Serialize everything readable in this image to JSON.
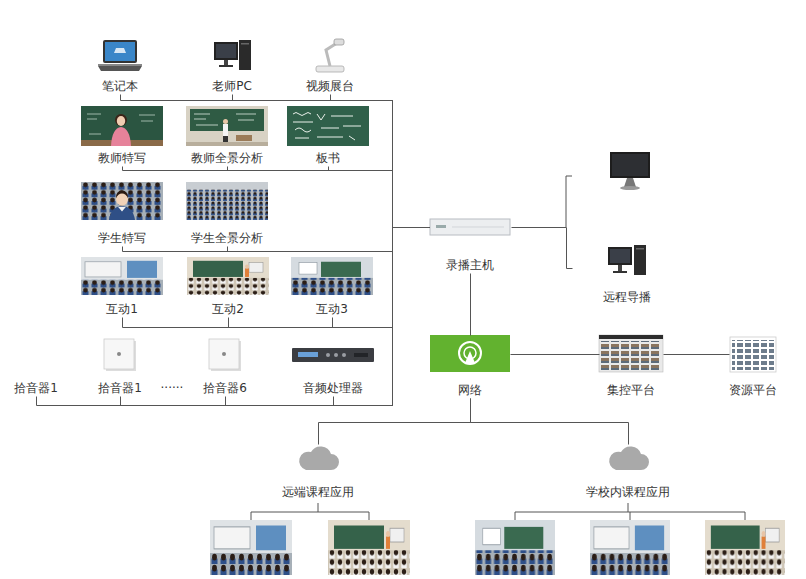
{
  "diagram": {
    "nodes": [
      {
        "text": [
          "笔记本"
        ]
      },
      {
        "text": [
          "老师PC"
        ]
      },
      {
        "text": [
          "视频展台"
        ]
      },
      {
        "text": [
          "教师特写"
        ]
      },
      {
        "text": [
          "教师全景分析"
        ]
      },
      {
        "text": [
          "板书"
        ]
      },
      {
        "text": [
          "学生特写"
        ]
      },
      {
        "text": [
          "学生全景分析"
        ]
      },
      {
        "text": [
          "互动1"
        ]
      },
      {
        "text": [
          "互动2"
        ]
      },
      {
        "text": [
          "互动3"
        ]
      },
      {
        "text": [
          "拾音器1"
        ]
      },
      {
        "text": [
          "拾音器1"
        ]
      },
      {
        "text": [
          "拾音器6"
        ]
      },
      {
        "text": [
          "音频处理器"
        ]
      },
      {
        "text": [
          "录播主机"
        ]
      },
      {
        "text": [
          "远程导播"
        ]
      },
      {
        "text": [
          "网络"
        ]
      },
      {
        "text": [
          "集控平台"
        ]
      },
      {
        "text": [
          "资源平台"
        ]
      },
      {
        "text": [
          "远端课程应用"
        ]
      },
      {
        "text": [
          "学校内课程应用"
        ]
      }
    ],
    "edges": [
      {
        "from": 0,
        "to": 15,
        "arrow": "none"
      },
      {
        "from": 1,
        "to": 15,
        "arrow": "none"
      },
      {
        "from": 2,
        "to": 15,
        "arrow": "none"
      },
      {
        "from": 3,
        "to": 15,
        "arrow": "none"
      },
      {
        "from": 4,
        "to": 15,
        "arrow": "none"
      },
      {
        "from": 5,
        "to": 15,
        "arrow": "none"
      },
      {
        "from": 6,
        "to": 15,
        "arrow": "none"
      },
      {
        "from": 7,
        "to": 15,
        "arrow": "none"
      },
      {
        "from": 8,
        "to": 15,
        "arrow": "none"
      },
      {
        "from": 9,
        "to": 15,
        "arrow": "none"
      },
      {
        "from": 10,
        "to": 15,
        "arrow": "none"
      },
      {
        "from": 11,
        "to": 15,
        "arrow": "none"
      },
      {
        "from": 12,
        "to": 15,
        "arrow": "none"
      },
      {
        "from": 13,
        "to": 15,
        "arrow": "none"
      },
      {
        "from": 14,
        "to": 15,
        "arrow": "none"
      },
      {
        "from": 15,
        "to": 16,
        "arrow": "none"
      },
      {
        "from": 15,
        "to": 17,
        "arrow": "none"
      },
      {
        "from": 17,
        "to": 18,
        "arrow": "none"
      },
      {
        "from": 18,
        "to": 19,
        "arrow": "none"
      },
      {
        "from": 17,
        "to": 20,
        "arrow": "none"
      },
      {
        "from": 17,
        "to": 21,
        "arrow": "none"
      }
    ],
    "labels": [
      "······"
    ]
  }
}
